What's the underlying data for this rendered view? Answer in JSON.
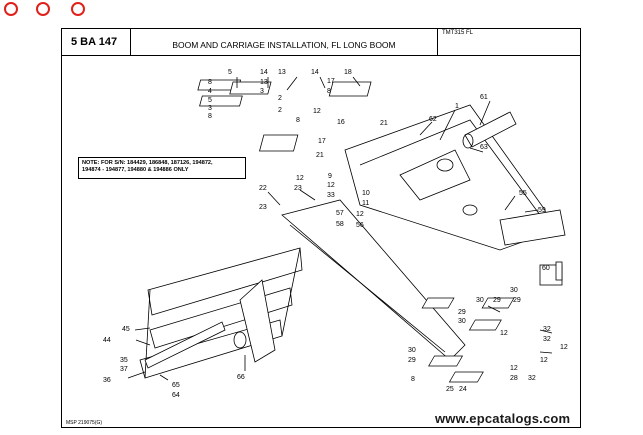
{
  "toolbar": {
    "buttons": [
      "close-circle",
      "minimize-circle",
      "zoom-circle"
    ],
    "color": "#e0211a"
  },
  "header": {
    "code": "5 BA 147",
    "title": "BOOM AND CARRIAGE INSTALLATION, FL LONG BOOM",
    "model": "TMT315 FL"
  },
  "note": {
    "line1": "NOTE: FOR S/N: 184429, 186848, 187126, 194872,",
    "line2": "194874 - 194877, 194880 & 194886 ONLY"
  },
  "reference": "MSP 219075(G)",
  "watermark": "www.epcatalogs.com",
  "callouts": {
    "c1": "1",
    "c5": "5",
    "c14a": "14",
    "c13a": "13",
    "c14b": "14",
    "c18": "18",
    "c8a": "8",
    "c4a": "4",
    "c13b": "13",
    "c3a": "3",
    "c2a": "2",
    "c4b": "4",
    "c8b": "8",
    "c5b": "5",
    "c3b": "3",
    "c2b": "2",
    "c17a": "17",
    "c8c": "8",
    "c12a": "12",
    "c16": "16",
    "c8d": "8",
    "c17b": "17",
    "c21a": "21",
    "c62": "62",
    "c61": "61",
    "c63": "63",
    "c21b": "21",
    "c12b": "12",
    "c9": "9",
    "c33": "33",
    "c12c": "12",
    "c10": "10",
    "c11": "11",
    "c12d": "12",
    "c22": "22",
    "c23a": "23",
    "c23b": "23",
    "c57": "57",
    "c58": "58",
    "c56": "56",
    "c55": "55",
    "c59": "59",
    "c60": "60",
    "c45": "45",
    "c44": "44",
    "c35": "35",
    "c37": "37",
    "c36": "36",
    "c65": "65",
    "c64": "64",
    "c66": "66",
    "c30a": "30",
    "c29a": "29",
    "c30b": "30",
    "c29b": "29",
    "c29c": "29",
    "c30c": "30",
    "c32a": "32",
    "c32b": "32",
    "c12e": "12",
    "c12f": "12",
    "c30d": "30",
    "c29d": "29",
    "c12g": "12",
    "c8e": "8",
    "c25": "25",
    "c24": "24",
    "c28": "28",
    "c32c": "32",
    "c12h": "12"
  }
}
